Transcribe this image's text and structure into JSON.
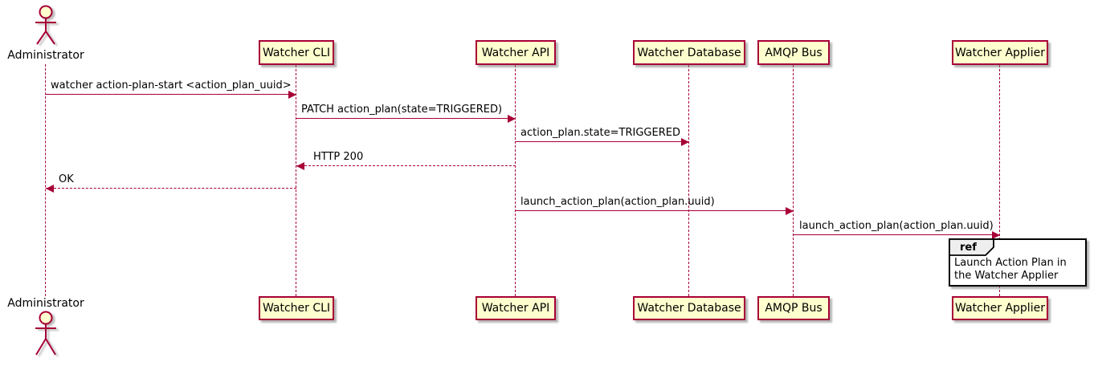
{
  "diagram": {
    "type": "plantuml-sequence",
    "actor": {
      "label": "Administrator"
    },
    "participants": [
      {
        "label": "Watcher CLI"
      },
      {
        "label": "Watcher API"
      },
      {
        "label": "Watcher Database"
      },
      {
        "label": "AMQP Bus"
      },
      {
        "label": "Watcher Applier"
      }
    ],
    "messages": [
      {
        "from": "Administrator",
        "to": "Watcher CLI",
        "style": "solid",
        "text": "watcher action-plan-start <action_plan_uuid>"
      },
      {
        "from": "Watcher CLI",
        "to": "Watcher API",
        "style": "solid",
        "text": "PATCH action_plan(state=TRIGGERED)"
      },
      {
        "from": "Watcher API",
        "to": "Watcher Database",
        "style": "solid",
        "text": "action_plan.state=TRIGGERED"
      },
      {
        "from": "Watcher API",
        "to": "Watcher CLI",
        "style": "dashed",
        "text": "HTTP 200"
      },
      {
        "from": "Watcher CLI",
        "to": "Administrator",
        "style": "dashed",
        "text": "OK"
      },
      {
        "from": "Watcher API",
        "to": "AMQP Bus",
        "style": "solid",
        "text": "launch_action_plan(action_plan.uuid)"
      },
      {
        "from": "AMQP Bus",
        "to": "Watcher Applier",
        "style": "solid",
        "text": "launch_action_plan(action_plan.uuid)"
      }
    ],
    "ref": {
      "keyword": "ref",
      "over": "Watcher Applier",
      "text": "Launch Action Plan in the Watcher Applier"
    },
    "colors": {
      "participant_fill": "#FEFECE",
      "line_and_border": "#A80036",
      "text": "#000000",
      "ref_header_fill": "#EEEEEE",
      "ref_border": "#000000",
      "background": "#FFFFFF"
    }
  }
}
